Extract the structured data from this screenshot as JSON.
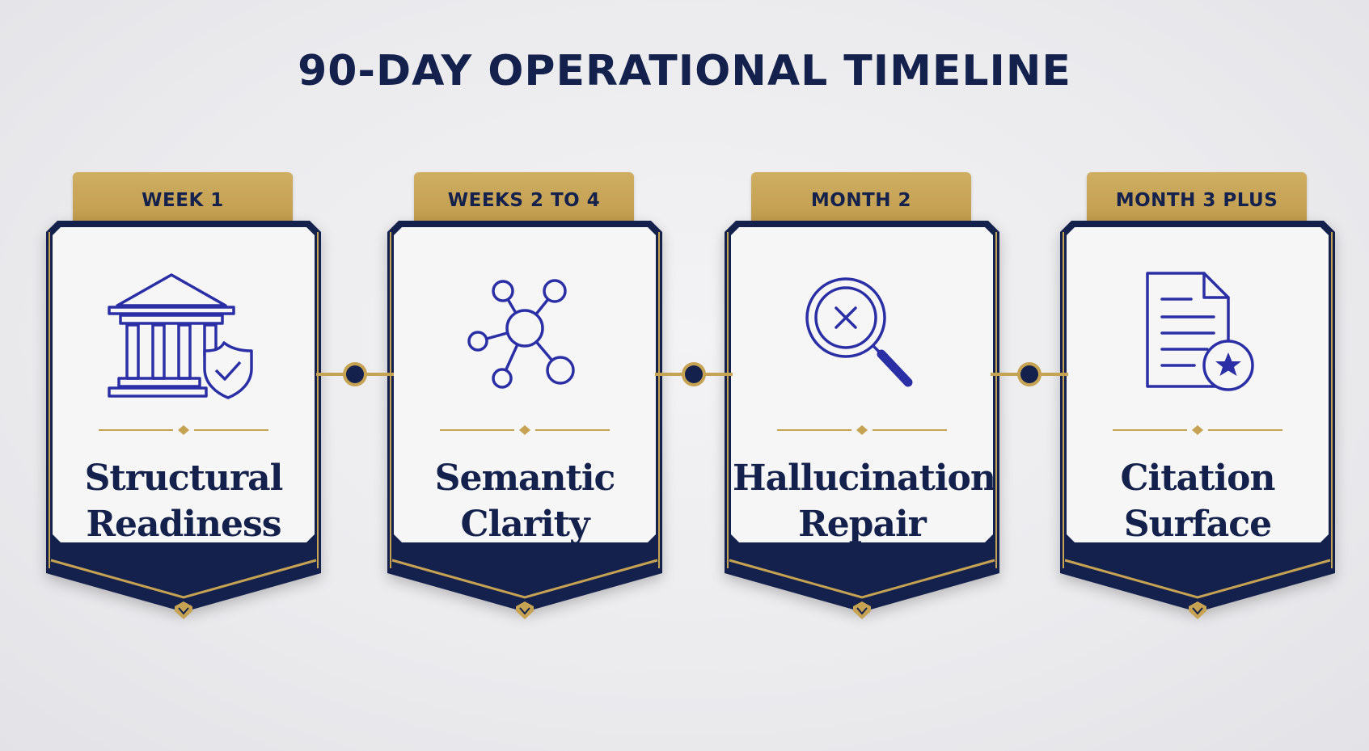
{
  "title": "90-DAY OPERATIONAL TIMELINE",
  "colors": {
    "navy": "#14214d",
    "gold": "#c6a253",
    "icon_blue": "#2b2fa6",
    "card_bg": "#f6f6f6"
  },
  "steps": [
    {
      "period": "WEEK 1",
      "title_line1": "Structural",
      "title_line2": "Readiness",
      "icon": "bank-shield-icon"
    },
    {
      "period": "WEEKS 2 TO 4",
      "title_line1": "Semantic",
      "title_line2": "Clarity",
      "icon": "network-nodes-icon"
    },
    {
      "period": "MONTH 2",
      "title_line1": "Hallucination",
      "title_line2": "Repair",
      "icon": "magnifier-x-icon"
    },
    {
      "period": "MONTH 3 PLUS",
      "title_line1": "Citation",
      "title_line2": "Surface",
      "icon": "document-star-icon"
    }
  ]
}
